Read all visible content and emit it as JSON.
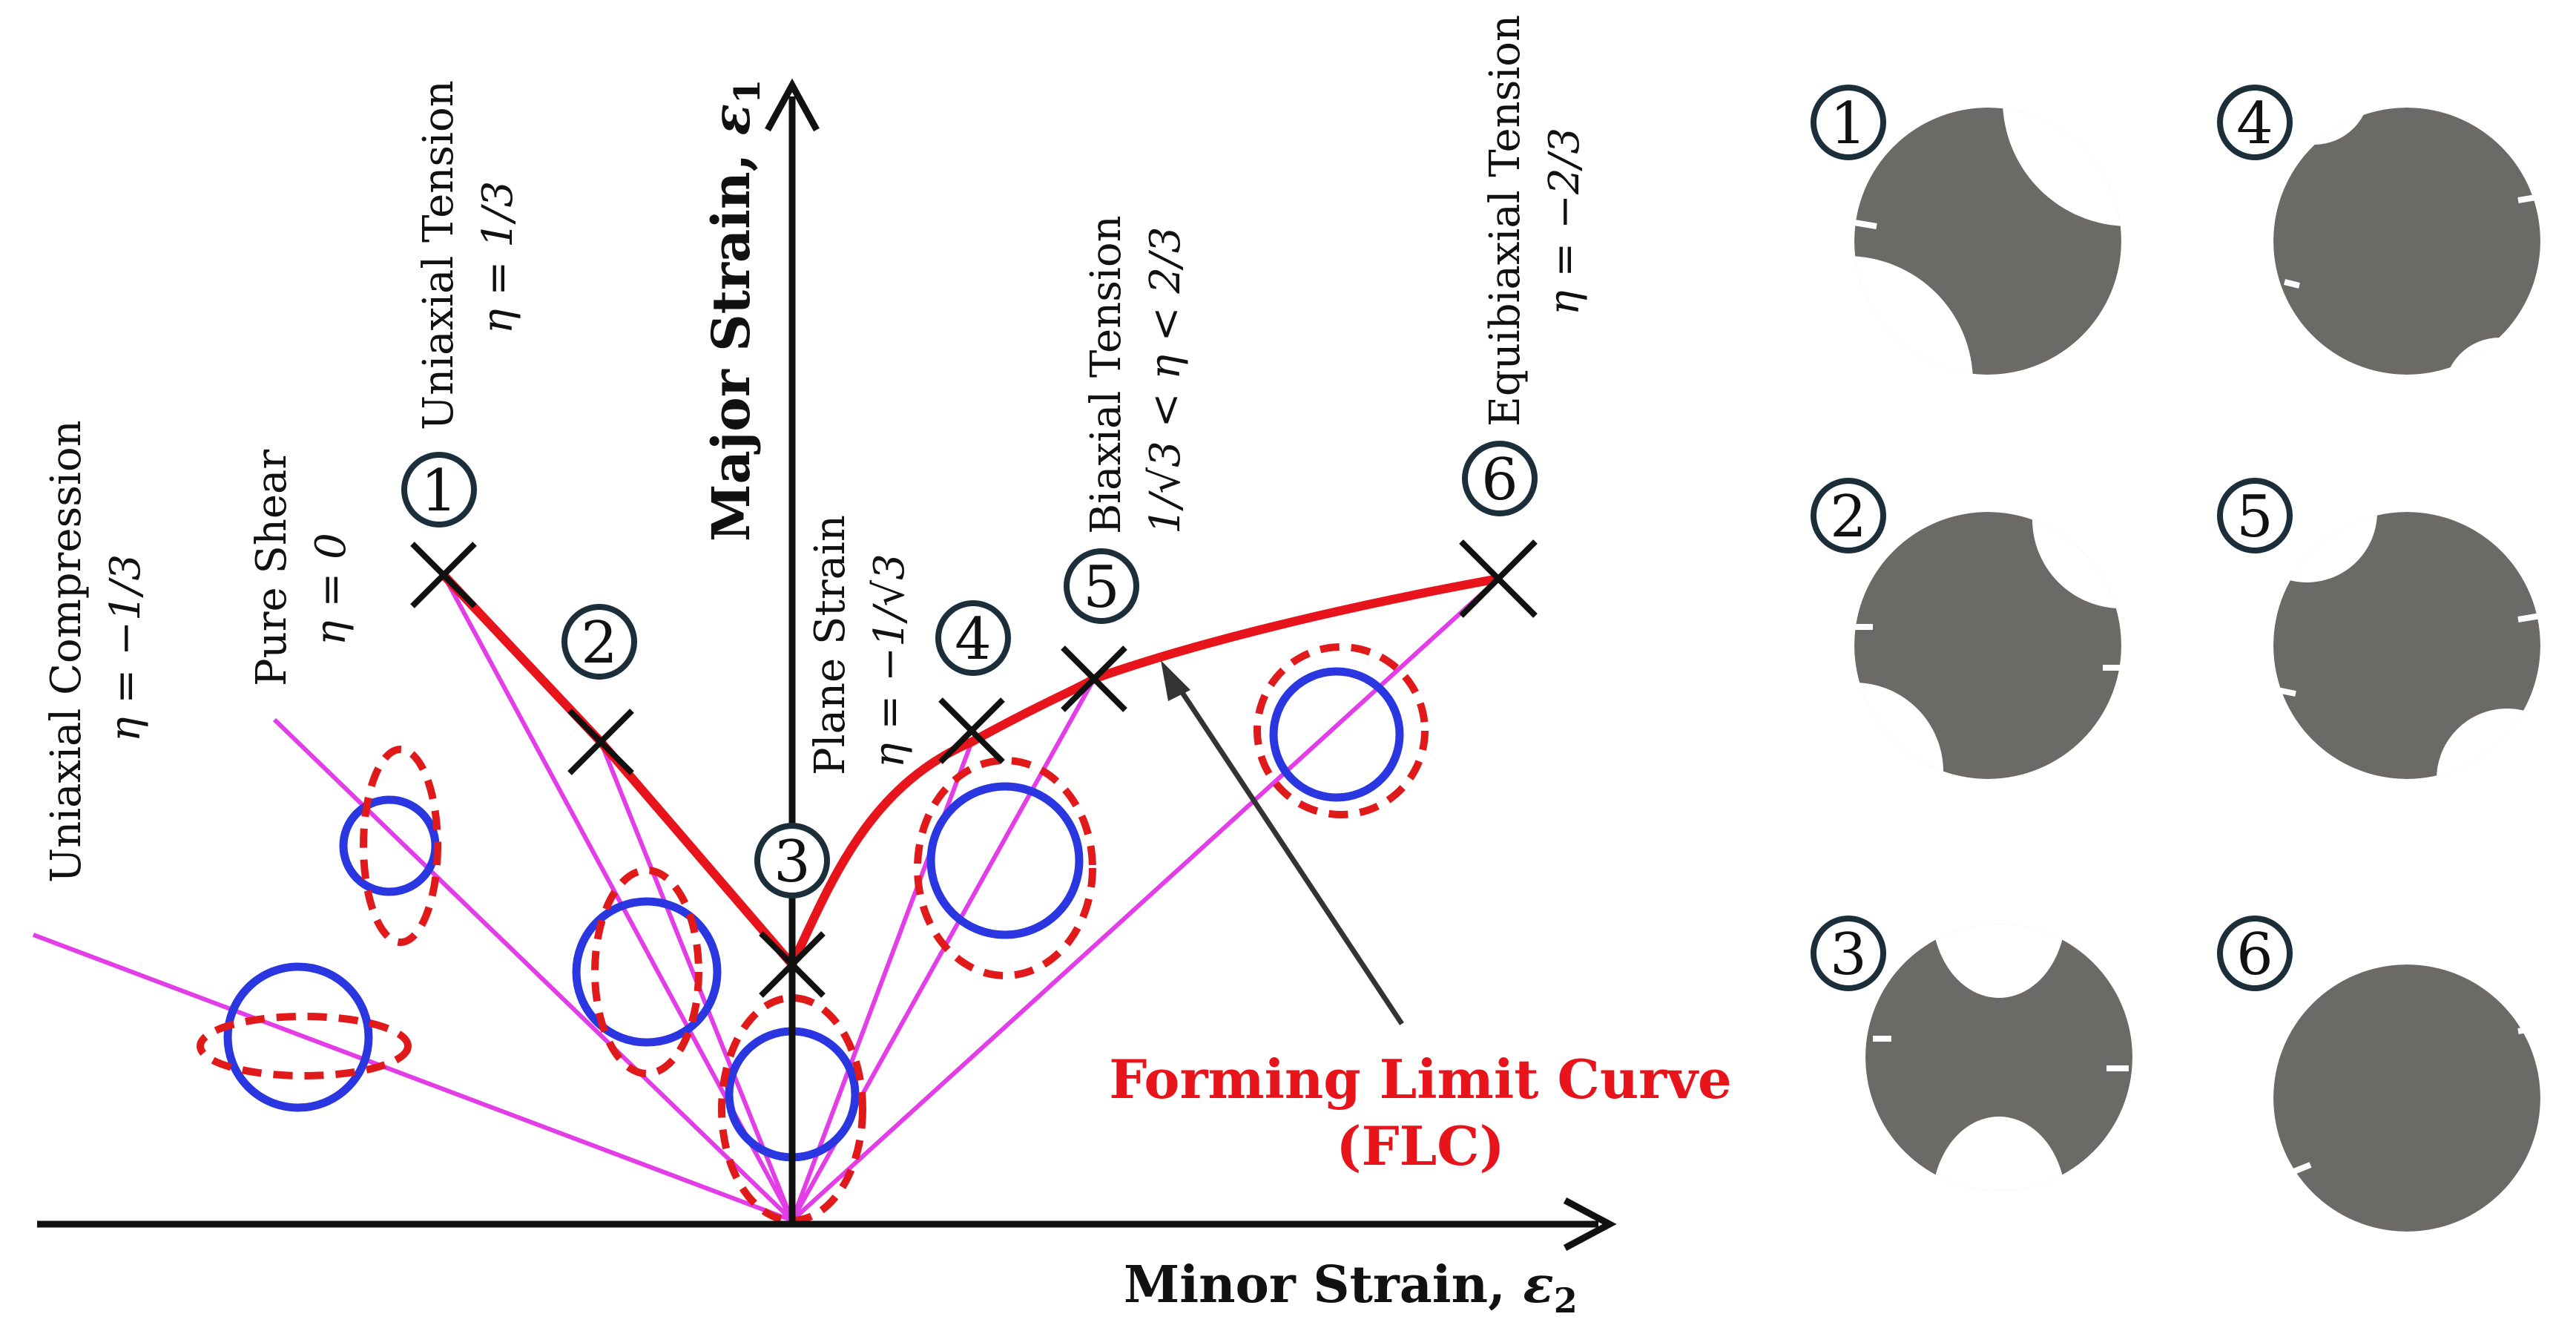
{
  "colors": {
    "flc": "#e8141c",
    "path": "#e23de6",
    "circle": "#2a36e0",
    "ellipse": "#e01a1a",
    "axis": "#111111",
    "badge_ring": "#1c2e3a",
    "specimen": "#6b6a66"
  },
  "axes": {
    "major_label": "Major Strain, ",
    "major_symbol": "ε",
    "major_sub": "1",
    "minor_label": "Minor Strain, ",
    "minor_symbol": "ε",
    "minor_sub": "2"
  },
  "flc": {
    "line1": "Forming Limit Curve",
    "line2": "(FLC)"
  },
  "states": [
    {
      "num": "1",
      "name": "Uniaxial Tension",
      "eta": "η = 1/3"
    },
    {
      "num": "2",
      "name": "Pure Shear",
      "eta": "η = 0"
    },
    {
      "num": "3",
      "name": "Plane Strain",
      "eta": "η = −1/√3"
    },
    {
      "num": "4",
      "name": "",
      "eta": ""
    },
    {
      "num": "5",
      "name": "Biaxial Tension",
      "eta": "1/√3 < η < 2/3"
    },
    {
      "num": "6",
      "name": "Equibiaxial Tension",
      "eta": "η = −2/3"
    }
  ],
  "extra_state": {
    "name": "Uniaxial Compression",
    "eta": "η = −1/3"
  },
  "specimens": [
    {
      "num": "1"
    },
    {
      "num": "2"
    },
    {
      "num": "3"
    },
    {
      "num": "4"
    },
    {
      "num": "5"
    },
    {
      "num": "6"
    }
  ]
}
